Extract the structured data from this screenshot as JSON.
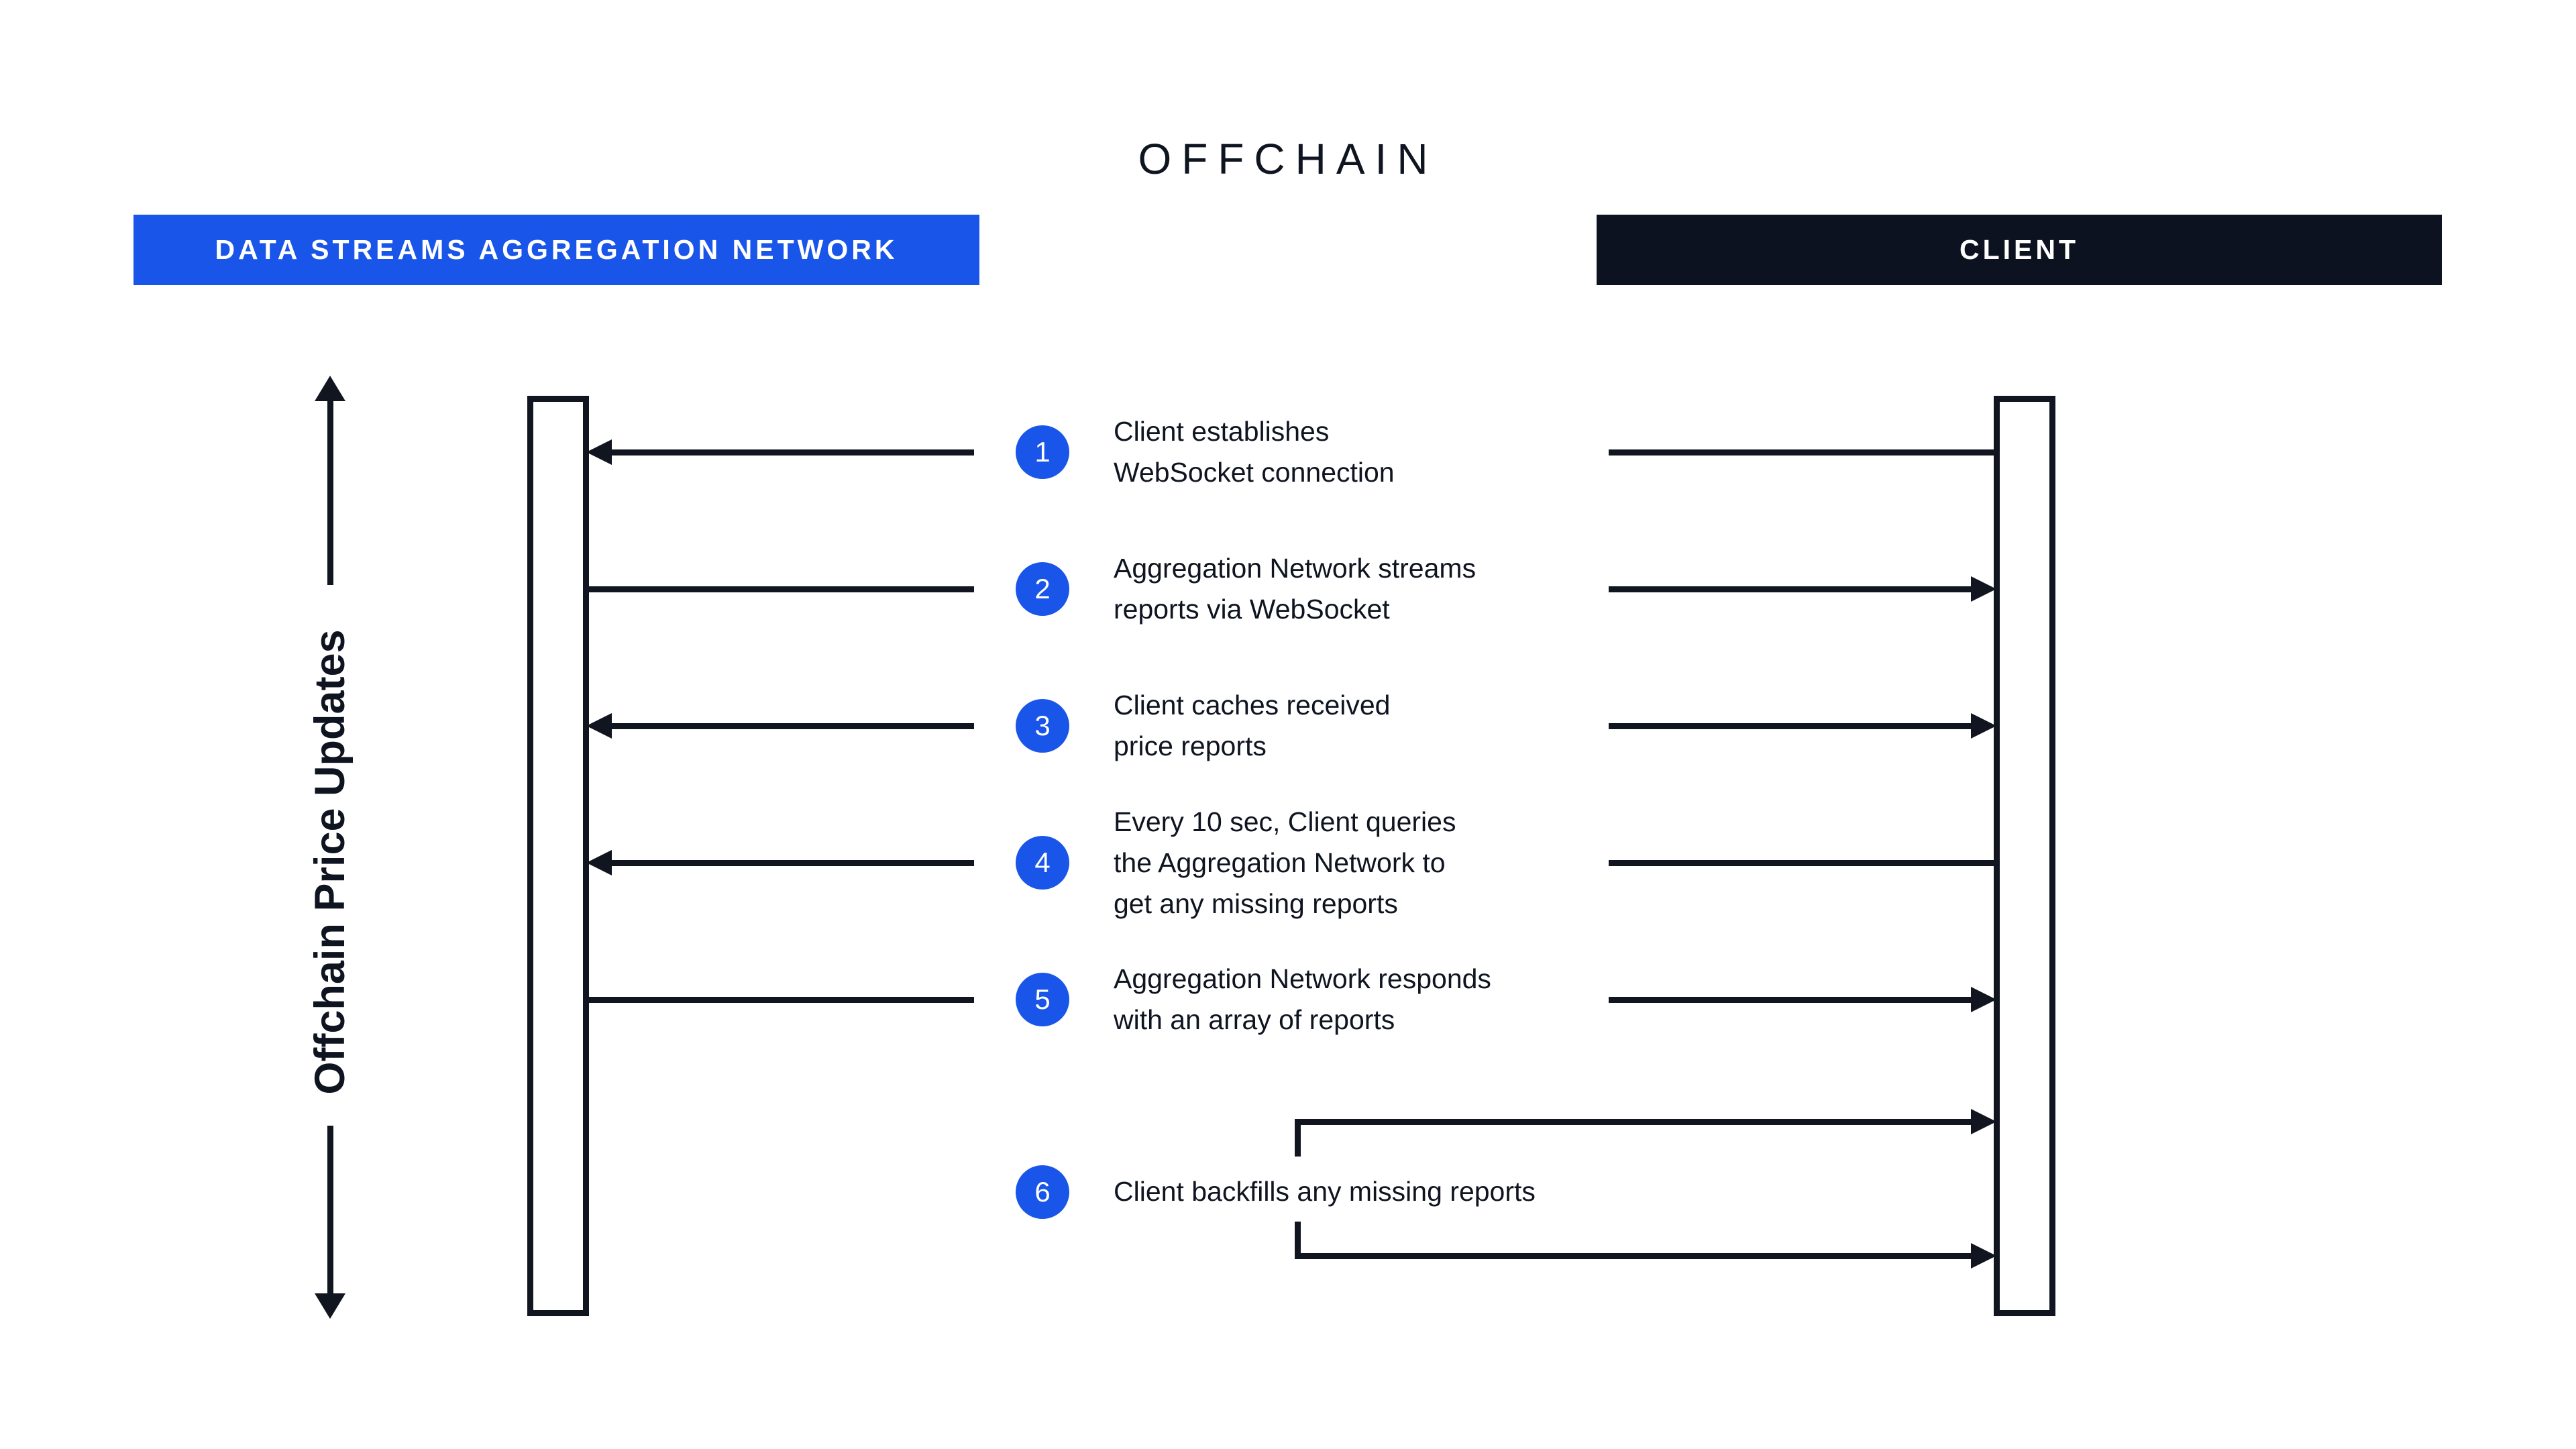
{
  "title": "OFFCHAIN",
  "participants": {
    "left": "DATA STREAMS AGGREGATION NETWORK",
    "right": "CLIENT"
  },
  "axis_label": "Offchain Price Updates",
  "colors": {
    "accent_blue": "#1A55EA",
    "header_dark_bg": "#0C1220",
    "ink": "#10151F"
  },
  "steps": [
    {
      "num": "1",
      "text": "Client establishes\nWebSocket connection"
    },
    {
      "num": "2",
      "text": "Aggregation Network streams\nreports via WebSocket"
    },
    {
      "num": "3",
      "text": "Client caches received\nprice reports"
    },
    {
      "num": "4",
      "text": "Every 10 sec, Client queries\nthe Aggregation Network to\nget any missing reports"
    },
    {
      "num": "5",
      "text": "Aggregation Network responds\nwith an array of reports"
    },
    {
      "num": "6",
      "text": "Client backfills any missing reports"
    }
  ]
}
